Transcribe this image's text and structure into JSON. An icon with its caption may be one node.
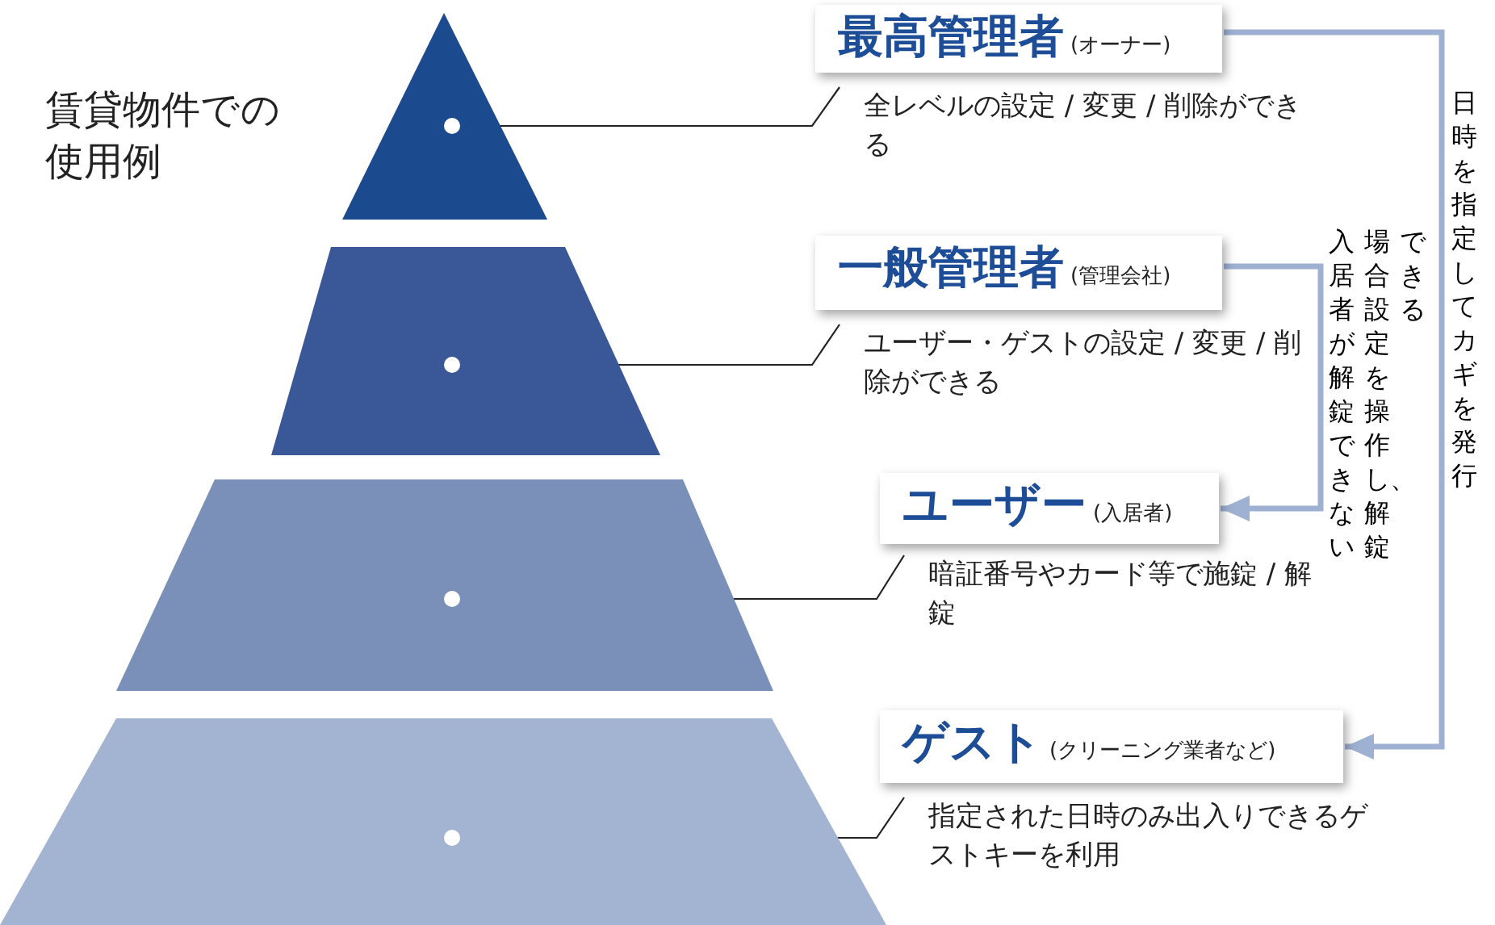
{
  "diagram": {
    "title": "賃貸物件での使用例",
    "nodes": [
      {
        "text": [],
        "shape": "triangle"
      },
      {
        "text": [],
        "shape": "circle",
        "in": 0
      },
      {
        "text": [
          "最高管理者",
          "(オーナー)"
        ]
      },
      {
        "text": [
          "全レベルの設定 / 変更 / 削除ができる"
        ]
      },
      {
        "text": [],
        "shape": "trapezoid"
      },
      {
        "text": [],
        "shape": "circle",
        "in": 4
      },
      {
        "text": [
          "一般管理者",
          "(管理会社)"
        ]
      },
      {
        "text": [
          "ユーザー・ゲストの設定 / 変更 / 削除ができる"
        ]
      },
      {
        "text": [],
        "shape": "trapezoid"
      },
      {
        "text": [],
        "shape": "circle",
        "in": 8
      },
      {
        "text": [
          "ユーザー",
          "(入居者)"
        ]
      },
      {
        "text": [
          "暗証番号やカード等で施錠 / 解錠"
        ]
      },
      {
        "text": [],
        "shape": "trapezoid"
      },
      {
        "text": [],
        "shape": "circle",
        "in": 12
      },
      {
        "text": [
          "ゲスト",
          "(クリーニング業者など)"
        ]
      },
      {
        "text": [
          "指定された日時のみ出入りできるゲストキーを利用"
        ]
      }
    ],
    "edges": [
      {
        "from": 3,
        "to": 1,
        "arrow": "none"
      },
      {
        "from": 7,
        "to": 5,
        "arrow": "none"
      },
      {
        "from": 11,
        "to": 9,
        "arrow": "none"
      },
      {
        "from": 15,
        "to": 13,
        "arrow": "none"
      },
      {
        "from": 2,
        "to": 14,
        "arrow": "to",
        "label": "日時を指定してカギを発行",
        "style": "thick",
        "color": "#9fb1d3"
      },
      {
        "from": 6,
        "to": 10,
        "arrow": "to",
        "label": "入居者が解錠できない場合設定を操作し、解錠できる",
        "style": "thick",
        "color": "#9fb1d3"
      }
    ]
  }
}
